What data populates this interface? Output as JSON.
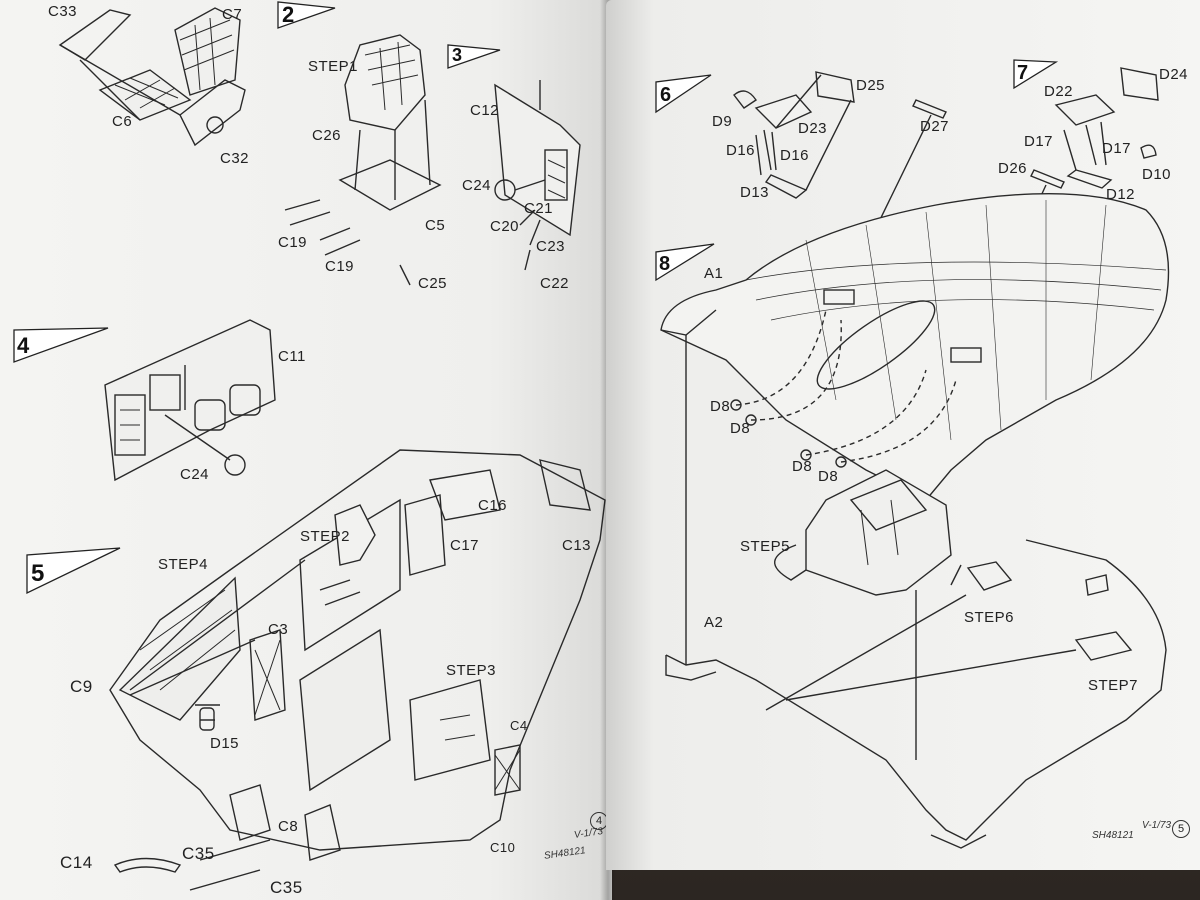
{
  "left_page": {
    "steps": {
      "s2": "2",
      "s3": "3",
      "s4": "4",
      "s5": "5"
    },
    "sub_labels": {
      "step1": "STEP1",
      "step2": "STEP2",
      "step3": "STEP3",
      "step4": "STEP4"
    },
    "parts": {
      "c33": "C33",
      "c7": "C7",
      "c6": "C6",
      "c32": "C32",
      "c26": "C26",
      "c19a": "C19",
      "c19b": "C19",
      "c5": "C5",
      "c25": "C25",
      "c12": "C12",
      "c24a": "C24",
      "c20": "C20",
      "c21": "C21",
      "c23": "C23",
      "c22": "C22",
      "c11": "C11",
      "c24b": "C24",
      "c16": "C16",
      "c17": "C17",
      "c13": "C13",
      "c3": "C3",
      "c9": "C9",
      "d15": "D15",
      "c4": "C4",
      "c8": "C8",
      "c35a": "C35",
      "c35b": "C35",
      "c14": "C14",
      "c10": "C10"
    },
    "footer": "SH48121",
    "footer_code": "V-1/73",
    "page_number": "4"
  },
  "right_page": {
    "steps": {
      "s6": "6",
      "s7": "7",
      "s8": "8"
    },
    "sub_labels": {
      "step5": "STEP5",
      "step6": "STEP6",
      "step7": "STEP7"
    },
    "parts": {
      "d25": "D25",
      "d9": "D9",
      "d23": "D23",
      "d16a": "D16",
      "d16b": "D16",
      "d13": "D13",
      "d27": "D27",
      "d24": "D24",
      "d22": "D22",
      "d17a": "D17",
      "d17b": "D17",
      "d10": "D10",
      "d12": "D12",
      "d26": "D26",
      "a1": "A1",
      "d8a": "D8",
      "d8b": "D8",
      "d8c": "D8",
      "d8d": "D8",
      "a2": "A2"
    },
    "footer": "SH48121",
    "footer_code": "V-1/73",
    "page_number": "5"
  }
}
